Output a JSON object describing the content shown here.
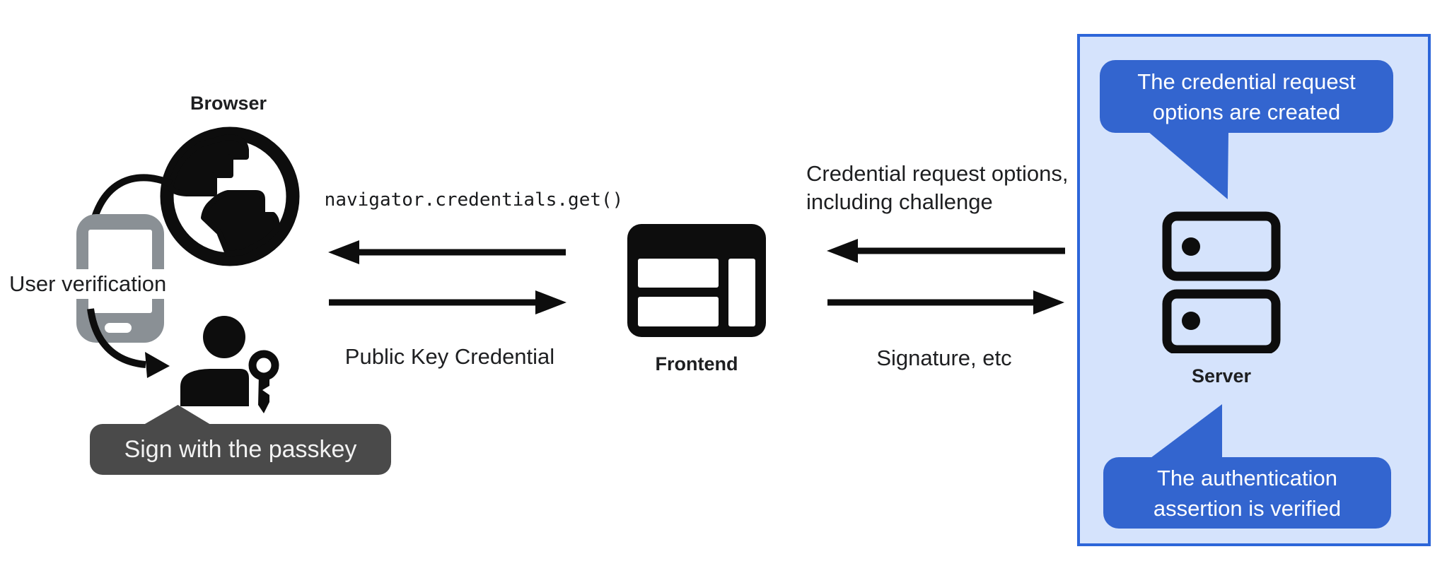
{
  "browser": {
    "label": "Browser",
    "user_verification_label": "User verification",
    "passkey_callout": "Sign with the passkey"
  },
  "frontend": {
    "label": "Frontend"
  },
  "server": {
    "label": "Server",
    "callout_top_line1": "The credential request",
    "callout_top_line2": "options are created",
    "callout_bottom_line1": "The authentication",
    "callout_bottom_line2": "assertion is verified"
  },
  "messages": {
    "get_call": "navigator.credentials.get()",
    "public_key_credential": "Public Key Credential",
    "request_options_line1": "Credential request options,",
    "request_options_line2": "including challenge",
    "signature": "Signature, etc"
  },
  "icons": {
    "browser": "globe-icon",
    "user_verification": "smartphone-icon",
    "user": "person-icon",
    "passkey": "key-icon",
    "frontend": "browser-window-icon",
    "server": "server-stack-icon"
  },
  "colors": {
    "icon_black": "#0d0d0d",
    "phone_gray": "#8a9095",
    "dark_callout": "#4a4a4a",
    "panel_fill": "#d5e3fc",
    "panel_border": "#2d66d9",
    "blue_callout": "#3365cf"
  }
}
